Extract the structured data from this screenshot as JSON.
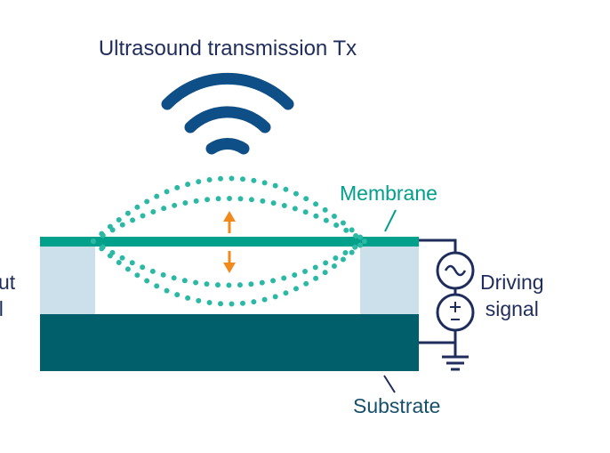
{
  "title": "Ultrasound transmission Tx",
  "labels": {
    "membrane": "Membrane",
    "substrate": "Substrate",
    "driving_line1": "Driving",
    "driving_line2": "signal",
    "cut_line1": "ut",
    "cut_line2": "al"
  },
  "icons": [
    "wifi-wave-icon",
    "ac-source-icon",
    "dc-source-icon",
    "ground-icon",
    "arrow-up-icon",
    "arrow-down-icon"
  ],
  "colors": {
    "navy": "#1f2d5c",
    "membrane": "#00a08a",
    "dots": "#2bb9a6",
    "substrate": "#005f6b",
    "spacer": "#cbe0ea",
    "arrow": "#f08a1c",
    "wave": "#0d4f86"
  }
}
